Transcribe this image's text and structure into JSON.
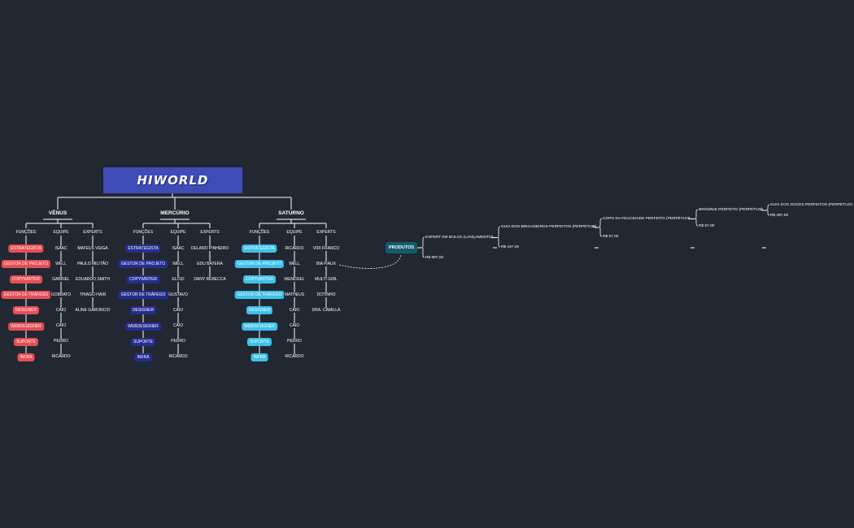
{
  "root": {
    "title": "HIWORLD"
  },
  "column_headers": {
    "funcoes": "FUNÇÕES",
    "equipe": "EQUIPE",
    "experts": "EXPERTS"
  },
  "planets": [
    {
      "name": "VÊNUS",
      "tag_color": "#e84d55",
      "funcoes": [
        "ESTRATEGISTA",
        "GESTOR DE PROJETO",
        "COPYWRITER",
        "GESTOR DE TRÁFEGO",
        "DESIGNER",
        "WEBDESIGNER",
        "SUPORTE",
        "INFRA"
      ],
      "equipe": [
        "ISAAC",
        "WELL",
        "GABRIEL",
        "GOBBATO",
        "CAIO",
        "CAIO",
        "PEDRO",
        "RICARDO"
      ],
      "experts": [
        "MATEUS VEIGA",
        "PAULO MILITÃO",
        "EDUARDO SMITH",
        "THIAGO HAIR",
        "ALINE GARONCIO"
      ]
    },
    {
      "name": "MERCÚRIO",
      "tag_color": "#262d8f",
      "funcoes": [
        "ESTRATEGISTA",
        "GESTOR DE PROJETO",
        "COPYWRITER",
        "GESTOR DE TRÁFEGO",
        "DESIGNER",
        "WEBDESIGNER",
        "SUPORTE",
        "INFRA"
      ],
      "equipe": [
        "ISAAC",
        "WELL",
        "ELCIO",
        "GUSTAVO",
        "CAIO",
        "CAIO",
        "PEDRO",
        "RICARDO"
      ],
      "experts": [
        "DELANO PINHEIRO",
        "EDU BATERA",
        "DANY REBECCA"
      ]
    },
    {
      "name": "SATURNO",
      "tag_color": "#3fc0ea",
      "funcoes": [
        "ESTRATEGISTA",
        "GESTOR DE PROJETO",
        "COPYWRITER",
        "GESTOR DE TRÁFEGO",
        "DESIGNER",
        "WEBDESIGNER",
        "SUPORTE",
        "INFRA"
      ],
      "equipe": [
        "RICARDO",
        "WELL",
        "WENDGEL",
        "MATHEUS",
        "CAIO",
        "CAIO",
        "PEDRO",
        "RICARDO"
      ],
      "experts": [
        "VIDI FRANCO",
        "BIA FIAUX",
        "MULTI GIRL",
        "DOTINHO",
        "DRA. CAMILLA"
      ]
    }
  ],
  "produtos": {
    "label": "PRODUTOS",
    "chain": [
      {
        "name": "EXPERT EM BOLOS (LANÇAMENTO)",
        "price": "R$ 697,00"
      },
      {
        "name": "GUIA DOS BRIGADEIROS PERFEITOS (PERPÉTUO)",
        "price": "R$ 197,00"
      },
      {
        "name": "COPO DA FELICIDADE PERFEITO (PERPÉTUO)",
        "price": "R$ 97,00"
      },
      {
        "name": "BROWNIE PERFEITO (PERPÉTUO)",
        "price": "R$ 67,00"
      },
      {
        "name": "GUIA DOS DOCES PERFEITOS (PERPÉTUO)",
        "price": "R$ 497,00"
      }
    ]
  },
  "colors": {
    "background": "#212831",
    "root": "#3f4bb7",
    "produtos": "#155b6b",
    "line": "#ffffff"
  }
}
